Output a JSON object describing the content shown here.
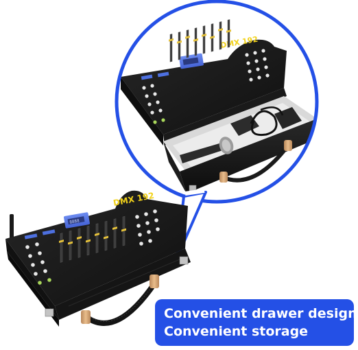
{
  "product": {
    "brand_label": "DMX 192",
    "display_readout": "8888"
  },
  "caption": {
    "line1": "Convenient drawer design",
    "line2": "Convenient storage"
  },
  "colors": {
    "background": "#ffffff",
    "callout_stroke": "#2450e6",
    "caption_bg": "#2450e6",
    "caption_text": "#ffffff",
    "console_body": "#1b1b1b",
    "brand_yellow": "#f2d21b",
    "lcd_blue": "#5b7ce8",
    "handle_tan": "#d9a874"
  }
}
